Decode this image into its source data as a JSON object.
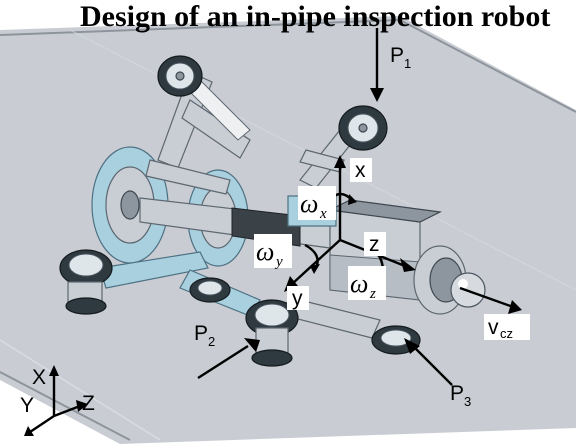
{
  "title": "Design of an in-pipe inspection robot",
  "labels": {
    "p1": "P",
    "p1_sub": "1",
    "p2": "P",
    "p2_sub": "2",
    "p3": "P",
    "p3_sub": "3",
    "x": "x",
    "y": "y",
    "z": "z",
    "omega_x": "ω",
    "omega_x_sub": "x",
    "omega_y": "ω",
    "omega_y_sub": "y",
    "omega_z": "ω",
    "omega_z_sub": "z",
    "v": "v",
    "v_sub": "cz"
  },
  "global_axes": {
    "x": "X",
    "y": "Y",
    "z": "Z"
  },
  "colors": {
    "pipe": "#c8ccd2",
    "pipe_edge": "#8e949c",
    "robot_blue": "#a9d0df",
    "robot_metal": "#c9ced4",
    "tire": "#2f3a40"
  }
}
